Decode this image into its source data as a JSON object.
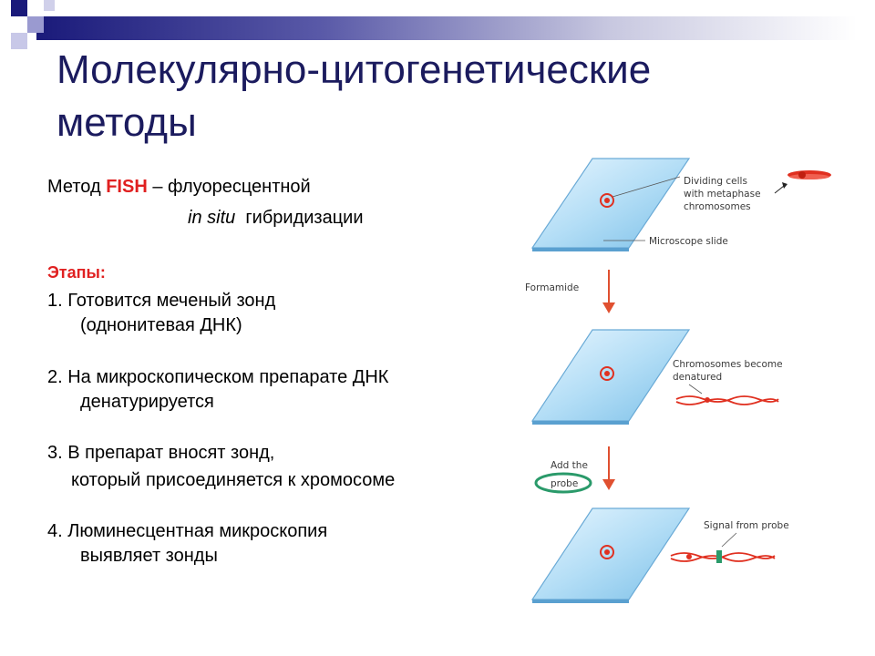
{
  "slide": {
    "title_line1": "Молекулярно-цитогенетические",
    "title_line2": "методы",
    "method_prefix": "Метод ",
    "method_highlight": "FISH",
    "method_suffix": " – флуоресцентной",
    "method_line2_italic": "in situ",
    "method_line2_rest": "  гибридизации",
    "stages_label": "Этапы:",
    "steps": [
      {
        "line1": "1. Готовится меченый зонд",
        "line2": "(однонитевая ДНК)"
      },
      {
        "line1": "2. На микроскопическом препарате ДНК",
        "line2": "денатурируется"
      },
      {
        "line1": "3. В препарат вносят зонд,",
        "line2": "который присоединяется к хромосоме"
      },
      {
        "line1": "4. Люминесцентная микроскопия",
        "line2": "выявляет зонды"
      }
    ]
  },
  "diagram": {
    "labels": {
      "dividing_cells_1": "Dividing cells",
      "dividing_cells_2": "with metaphase",
      "dividing_cells_3": "chromosomes",
      "microscope_slide": "Microscope slide",
      "formamide": "Formamide",
      "denatured_1": "Chromosomes become",
      "denatured_2": "denatured",
      "add_probe_1": "Add the",
      "add_probe_2": "probe",
      "signal": "Signal from probe"
    },
    "colors": {
      "slide": "#8ec8ea",
      "arrow": "#e05030",
      "chromosome": "#e03020",
      "probe": "#2a9a6a"
    }
  }
}
